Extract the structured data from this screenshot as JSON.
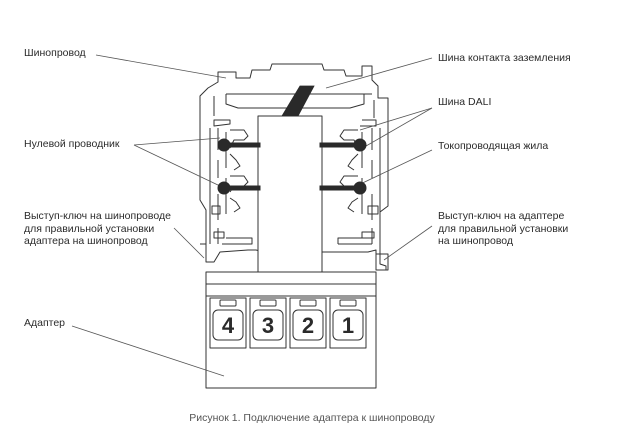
{
  "labels": {
    "track": "Шинопровод",
    "neutral": "Нулевой проводник",
    "key_track": "Выступ-ключ на шинопроводе\nдля правильной установки\nадаптера на шинопровод",
    "adapter": "Адаптер",
    "ground_bus": "Шина контакта заземления",
    "dali_bus": "Шина DALI",
    "live_wire": "Токопроводящая жила",
    "key_adapter": "Выступ-ключ на адаптере\nдля правильной установки\nна шинопровод"
  },
  "terminals": [
    "4",
    "3",
    "2",
    "1"
  ],
  "caption": "Рисунок 1. Подключение адаптера к шинопроводу"
}
